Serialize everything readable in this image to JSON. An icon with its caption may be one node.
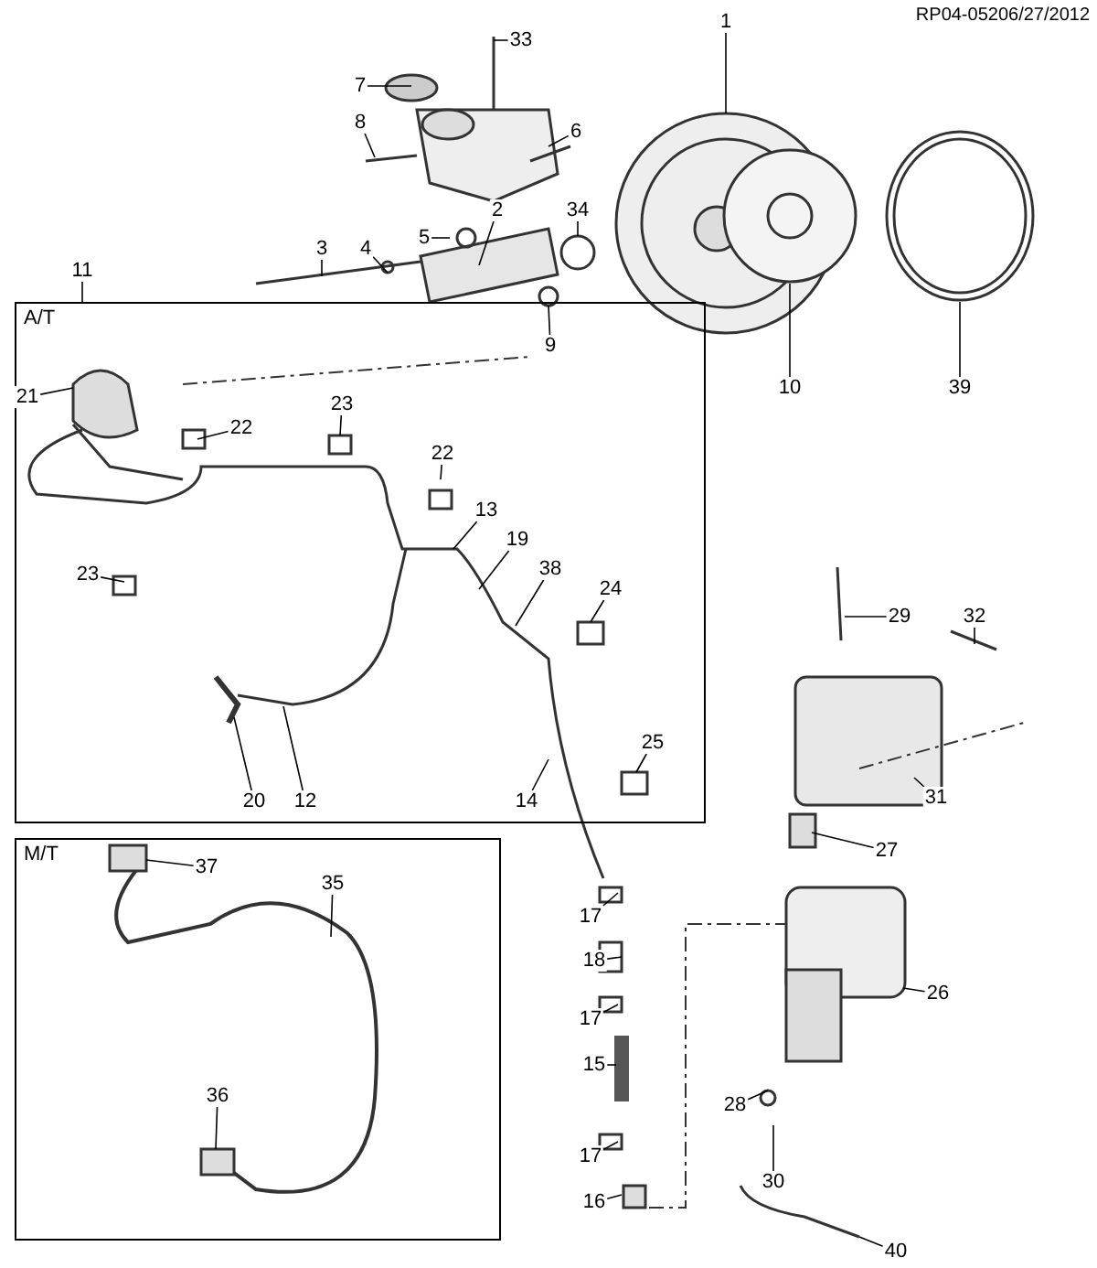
{
  "diagram": {
    "nodes": [
      {
        "text": [
          "A/T"
        ]
      },
      {
        "text": [
          "M/T"
        ]
      },
      {
        "text": [
          "33"
        ]
      },
      {
        "text": [
          "1"
        ]
      },
      {
        "text": [
          "7"
        ]
      },
      {
        "text": [
          "6"
        ]
      },
      {
        "text": [
          "8"
        ]
      },
      {
        "text": [
          "2"
        ]
      },
      {
        "text": [
          "34"
        ]
      },
      {
        "text": [
          "3"
        ]
      },
      {
        "text": [
          "4"
        ]
      },
      {
        "text": [
          "5"
        ]
      },
      {
        "text": [
          "11"
        ]
      },
      {
        "text": [
          "9"
        ],
        "in": 0
      },
      {
        "text": [
          "10"
        ]
      },
      {
        "text": [
          "39"
        ]
      },
      {
        "text": [
          "21"
        ],
        "in": 0
      },
      {
        "text": [
          "22"
        ],
        "in": 0
      },
      {
        "text": [
          "23"
        ],
        "in": 0
      },
      {
        "text": [
          "22"
        ],
        "in": 0
      },
      {
        "text": [
          "13"
        ],
        "in": 0
      },
      {
        "text": [
          "19"
        ],
        "in": 0
      },
      {
        "text": [
          "38"
        ],
        "in": 0
      },
      {
        "text": [
          "23"
        ],
        "in": 0
      },
      {
        "text": [
          "24"
        ],
        "in": 0
      },
      {
        "text": [
          "29"
        ]
      },
      {
        "text": [
          "32"
        ]
      },
      {
        "text": [
          "25"
        ],
        "in": 0
      },
      {
        "text": [
          "31"
        ]
      },
      {
        "text": [
          "20"
        ],
        "in": 0
      },
      {
        "text": [
          "12"
        ],
        "in": 0
      },
      {
        "text": [
          "14"
        ],
        "in": 0
      },
      {
        "text": [
          "27"
        ]
      },
      {
        "text": [
          "37"
        ],
        "in": 1
      },
      {
        "text": [
          "35"
        ],
        "in": 1
      },
      {
        "text": [
          "17"
        ]
      },
      {
        "text": [
          "18"
        ]
      },
      {
        "text": [
          "26"
        ]
      },
      {
        "text": [
          "17"
        ]
      },
      {
        "text": [
          "15"
        ]
      },
      {
        "text": [
          "36"
        ],
        "in": 1
      },
      {
        "text": [
          "28"
        ]
      },
      {
        "text": [
          "17"
        ]
      },
      {
        "text": [
          "30"
        ]
      },
      {
        "text": [
          "16"
        ]
      },
      {
        "text": [
          "40"
        ]
      }
    ],
    "edges": [
      {
        "from": 2,
        "to": null,
        "arrow": "none"
      },
      {
        "from": 3,
        "to": null,
        "arrow": "none"
      },
      {
        "from": 4,
        "to": null,
        "arrow": "none"
      },
      {
        "from": 5,
        "to": null,
        "arrow": "none"
      },
      {
        "from": 6,
        "to": null,
        "arrow": "none"
      },
      {
        "from": 7,
        "to": null,
        "arrow": "none"
      },
      {
        "from": 8,
        "to": null,
        "arrow": "none"
      },
      {
        "from": 9,
        "to": null,
        "arrow": "none"
      },
      {
        "from": 10,
        "to": null,
        "arrow": "none"
      },
      {
        "from": 11,
        "to": null,
        "arrow": "none"
      },
      {
        "from": 12,
        "to": 0,
        "arrow": "none"
      },
      {
        "from": 13,
        "to": null,
        "arrow": "none"
      },
      {
        "from": 14,
        "to": null,
        "arrow": "none"
      },
      {
        "from": 15,
        "to": null,
        "arrow": "none"
      },
      {
        "from": 16,
        "to": null,
        "arrow": "none"
      },
      {
        "from": 17,
        "to": null,
        "arrow": "none"
      },
      {
        "from": 18,
        "to": null,
        "arrow": "none"
      },
      {
        "from": 19,
        "to": null,
        "arrow": "none"
      },
      {
        "from": 20,
        "to": null,
        "arrow": "none"
      },
      {
        "from": 21,
        "to": null,
        "arrow": "none"
      },
      {
        "from": 22,
        "to": null,
        "arrow": "none"
      },
      {
        "from": 23,
        "to": null,
        "arrow": "none"
      },
      {
        "from": 24,
        "to": null,
        "arrow": "none"
      },
      {
        "from": 25,
        "to": null,
        "arrow": "none"
      },
      {
        "from": 26,
        "to": null,
        "arrow": "none"
      },
      {
        "from": 27,
        "to": null,
        "arrow": "none"
      },
      {
        "from": 28,
        "to": null,
        "arrow": "none"
      },
      {
        "from": 29,
        "to": null,
        "arrow": "none"
      },
      {
        "from": 30,
        "to": null,
        "arrow": "none"
      },
      {
        "from": 31,
        "to": null,
        "arrow": "none"
      },
      {
        "from": 32,
        "to": null,
        "arrow": "none"
      },
      {
        "from": 33,
        "to": null,
        "arrow": "none"
      },
      {
        "from": 34,
        "to": null,
        "arrow": "none"
      },
      {
        "from": 35,
        "to": null,
        "arrow": "none"
      },
      {
        "from": 36,
        "to": null,
        "arrow": "none"
      },
      {
        "from": 37,
        "to": null,
        "arrow": "none"
      },
      {
        "from": 38,
        "to": null,
        "arrow": "none"
      },
      {
        "from": 39,
        "to": null,
        "arrow": "none"
      },
      {
        "from": 40,
        "to": null,
        "arrow": "none"
      },
      {
        "from": 41,
        "to": null,
        "arrow": "none"
      },
      {
        "from": 42,
        "to": null,
        "arrow": "none"
      },
      {
        "from": 43,
        "to": null,
        "arrow": "none"
      },
      {
        "from": 44,
        "to": null,
        "arrow": "none"
      },
      {
        "from": 45,
        "to": null,
        "arrow": "none"
      }
    ],
    "labels": [
      "RP04-05206/27/2012"
    ]
  }
}
